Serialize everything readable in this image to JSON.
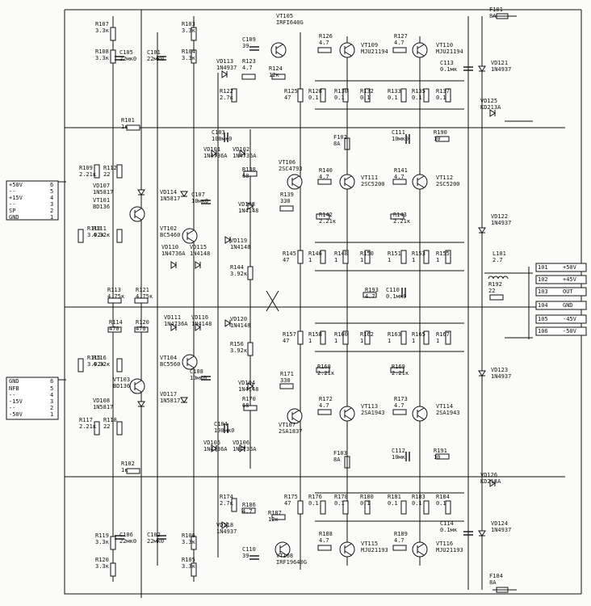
{
  "components": {
    "R107": {
      "ref": "R107",
      "value": "3.3к"
    },
    "R108": {
      "ref": "R108",
      "value": "3.3к"
    },
    "C105": {
      "ref": "C105",
      "value": "22мк0"
    },
    "C101": {
      "ref": "C101",
      "value": "22мк0"
    },
    "R103": {
      "ref": "R103",
      "value": "3.3к"
    },
    "R104": {
      "ref": "R104",
      "value": "3.3к"
    },
    "C109": {
      "ref": "C109",
      "value": "39"
    },
    "VT105": {
      "ref": "VT105",
      "value": "IRFI640G"
    },
    "VD113": {
      "ref": "VD113",
      "value": "1N4937"
    },
    "R123": {
      "ref": "R123",
      "value": "4.7"
    },
    "R124": {
      "ref": "R124",
      "value": "12к"
    },
    "R122": {
      "ref": "R122",
      "value": "2.7к"
    },
    "R126": {
      "ref": "R126",
      "value": "4.7"
    },
    "VT109": {
      "ref": "VT109",
      "value": "MJU21194"
    },
    "R127": {
      "ref": "R127",
      "value": "4.7"
    },
    "VT110": {
      "ref": "VT110",
      "value": "MJU21194"
    },
    "F101": {
      "ref": "F101",
      "value": "8A"
    },
    "C113": {
      "ref": "C113",
      "value": "0.1мк"
    },
    "VD121": {
      "ref": "VD121",
      "value": "1N4937"
    },
    "R125": {
      "ref": "R125",
      "value": "47"
    },
    "R128": {
      "ref": "R128",
      "value": "0.1"
    },
    "R130": {
      "ref": "R130",
      "value": "0.1"
    },
    "R132": {
      "ref": "R132",
      "value": "0.1"
    },
    "R133": {
      "ref": "R133",
      "value": "0.1"
    },
    "R135": {
      "ref": "R135",
      "value": "0.1"
    },
    "R137": {
      "ref": "R137",
      "value": "0.1"
    },
    "VD125": {
      "ref": "VD125",
      "value": "KD213A"
    },
    "R101": {
      "ref": "R101",
      "value": "1к"
    },
    "C103": {
      "ref": "C103",
      "value": "100мк0"
    },
    "C111": {
      "ref": "C111",
      "value": "10мк0"
    },
    "R190": {
      "ref": "R190",
      "value": "10"
    },
    "F102": {
      "ref": "F102",
      "value": "8A"
    },
    "R109": {
      "ref": "R109",
      "value": "2.21к"
    },
    "R112": {
      "ref": "R112",
      "value": "22"
    },
    "VD101": {
      "ref": "VD101",
      "value": "1N4736A"
    },
    "VD102": {
      "ref": "VD102",
      "value": "1N4736A"
    },
    "R138": {
      "ref": "R138",
      "value": "68"
    },
    "VT106": {
      "ref": "VT106",
      "value": "2SC4793"
    },
    "R140": {
      "ref": "R140",
      "value": "4.7"
    },
    "VT111": {
      "ref": "VT111",
      "value": "2SC5200"
    },
    "R141": {
      "ref": "R141",
      "value": "4.7"
    },
    "VT112": {
      "ref": "VT112",
      "value": "2SC5200"
    },
    "VD107": {
      "ref": "VD107",
      "value": "1N5817"
    },
    "VT101": {
      "ref": "VT101",
      "value": "BD136"
    },
    "VD114": {
      "ref": "VD114",
      "value": "1N5817"
    },
    "C107": {
      "ref": "C107",
      "value": "10мк0"
    },
    "VD103": {
      "ref": "VD103",
      "value": "1N4148"
    },
    "R139": {
      "ref": "R139",
      "value": "330"
    },
    "R142": {
      "ref": "R142",
      "value": "2.21к"
    },
    "R143": {
      "ref": "R143",
      "value": "2.21к"
    },
    "VD122": {
      "ref": "VD122",
      "value": "1N4937"
    },
    "R110": {
      "ref": "R110",
      "value": "3.92к"
    },
    "R111": {
      "ref": "R111",
      "value": "4.32к"
    },
    "VT102": {
      "ref": "VT102",
      "value": "BC5460"
    },
    "VD119": {
      "ref": "VD119",
      "value": "1N4148"
    },
    "VD110": {
      "ref": "VD110",
      "value": "1N4736A"
    },
    "VD115": {
      "ref": "VD115",
      "value": "1N4148"
    },
    "R145": {
      "ref": "R145",
      "value": "47"
    },
    "R146": {
      "ref": "R146",
      "value": "1"
    },
    "R148": {
      "ref": "R148",
      "value": "1"
    },
    "R150": {
      "ref": "R150",
      "value": "1"
    },
    "R151": {
      "ref": "R151",
      "value": "1"
    },
    "R153": {
      "ref": "R153",
      "value": "1"
    },
    "R155": {
      "ref": "R155",
      "value": "1"
    },
    "L101": {
      "ref": "L101",
      "value": "2.7"
    },
    "R144": {
      "ref": "R144",
      "value": "3.92к"
    },
    "R192": {
      "ref": "R192",
      "value": "22"
    },
    "R113": {
      "ref": "R113",
      "value": "4.75к"
    },
    "R121": {
      "ref": "R121",
      "value": "4.75к"
    },
    "R193": {
      "ref": "R193",
      "value": "4.7"
    },
    "C110": {
      "ref": "C110",
      "value": "0.1мк0"
    },
    "R114": {
      "ref": "R114",
      "value": "470"
    },
    "R120": {
      "ref": "R120",
      "value": "470"
    },
    "VD111": {
      "ref": "VD111",
      "value": "1N4736A"
    },
    "VD116": {
      "ref": "VD116",
      "value": "1N4148"
    },
    "VD120": {
      "ref": "VD120",
      "value": "1N4148"
    },
    "R157": {
      "ref": "R157",
      "value": "47"
    },
    "R158": {
      "ref": "R158",
      "value": "1"
    },
    "R160": {
      "ref": "R160",
      "value": "1"
    },
    "R162": {
      "ref": "R162",
      "value": "1"
    },
    "R163": {
      "ref": "R163",
      "value": "1"
    },
    "R165": {
      "ref": "R165",
      "value": "1"
    },
    "R167": {
      "ref": "R167",
      "value": "1"
    },
    "R115": {
      "ref": "R115",
      "value": "3.92к"
    },
    "R116": {
      "ref": "R116",
      "value": "4.32к"
    },
    "VT104": {
      "ref": "VT104",
      "value": "BC5560"
    },
    "R156": {
      "ref": "R156",
      "value": "3.92к"
    },
    "R168": {
      "ref": "R168",
      "value": "2.21к"
    },
    "R169": {
      "ref": "R169",
      "value": "2.21к"
    },
    "VD123": {
      "ref": "VD123",
      "value": "1N4937"
    },
    "VT103": {
      "ref": "VT103",
      "value": "BD136"
    },
    "C108": {
      "ref": "C108",
      "value": "10мк0"
    },
    "VD104": {
      "ref": "VD104",
      "value": "1N4148"
    },
    "R171": {
      "ref": "R171",
      "value": "330"
    },
    "VD108": {
      "ref": "VD108",
      "value": "1N5817"
    },
    "VD117": {
      "ref": "VD117",
      "value": "1N5817"
    },
    "R170": {
      "ref": "R170",
      "value": "68"
    },
    "R172": {
      "ref": "R172",
      "value": "4.7"
    },
    "R173": {
      "ref": "R173",
      "value": "4.7"
    },
    "VT113": {
      "ref": "VT113",
      "value": "2SA1943"
    },
    "VT114": {
      "ref": "VT114",
      "value": "2SA1943"
    },
    "R117": {
      "ref": "R117",
      "value": "2.21к"
    },
    "R118": {
      "ref": "R118",
      "value": "22"
    },
    "VT107": {
      "ref": "VT107",
      "value": "2SA1837"
    },
    "C104": {
      "ref": "C104",
      "value": "100мк0"
    },
    "VD105": {
      "ref": "VD105",
      "value": "1N4736A"
    },
    "VD106": {
      "ref": "VD106",
      "value": "1N4736A"
    },
    "F103": {
      "ref": "F103",
      "value": "8A"
    },
    "C112": {
      "ref": "C112",
      "value": "10мк"
    },
    "R191": {
      "ref": "R191",
      "value": "10"
    },
    "R102": {
      "ref": "R102",
      "value": "1к"
    },
    "VD126": {
      "ref": "VD126",
      "value": "KD213A"
    },
    "R174": {
      "ref": "R174",
      "value": "2.7к"
    },
    "R186": {
      "ref": "R186",
      "value": "4.7"
    },
    "R175": {
      "ref": "R175",
      "value": "47"
    },
    "R176": {
      "ref": "R176",
      "value": "0.1"
    },
    "R178": {
      "ref": "R178",
      "value": "0.1"
    },
    "R180": {
      "ref": "R180",
      "value": "0.1"
    },
    "R181": {
      "ref": "R181",
      "value": "0.1"
    },
    "R183": {
      "ref": "R183",
      "value": "0.1"
    },
    "R184": {
      "ref": "R184",
      "value": "0.1"
    },
    "R187": {
      "ref": "R187",
      "value": "12к"
    },
    "VD118": {
      "ref": "VD118",
      "value": "1N4937"
    },
    "C114": {
      "ref": "C114",
      "value": "0.1мк"
    },
    "VD124": {
      "ref": "VD124",
      "value": "1N4937"
    },
    "R119": {
      "ref": "R119",
      "value": "3.3к"
    },
    "C106": {
      "ref": "C106",
      "value": "22мк0"
    },
    "C102": {
      "ref": "C102",
      "value": "22мк0"
    },
    "R106": {
      "ref": "R106",
      "value": "3.3к"
    },
    "C110b": {
      "ref": "C110",
      "value": "39"
    },
    "R188": {
      "ref": "R188",
      "value": "4.7"
    },
    "VT115": {
      "ref": "VT115",
      "value": "MJU21193"
    },
    "R189": {
      "ref": "R189",
      "value": "4.7"
    },
    "VT116": {
      "ref": "VT116",
      "value": "MJU21193"
    },
    "R120b": {
      "ref": "R120",
      "value": "3.3к"
    },
    "R105": {
      "ref": "R105",
      "value": "3.3к"
    },
    "VT108": {
      "ref": "VT108",
      "value": "IRF19640G"
    },
    "F104": {
      "ref": "F104",
      "value": "8A"
    }
  },
  "connector_left_top": {
    "pins": [
      {
        "label": "+50V",
        "num": "6"
      },
      {
        "label": "--",
        "num": "5"
      },
      {
        "label": "+15V",
        "num": "4"
      },
      {
        "label": "--",
        "num": "3"
      },
      {
        "label": "SP",
        "num": "2"
      },
      {
        "label": "GND",
        "num": "1"
      }
    ]
  },
  "connector_left_bottom": {
    "pins": [
      {
        "label": "GND",
        "num": "6"
      },
      {
        "label": "NFB",
        "num": "5"
      },
      {
        "label": "--",
        "num": "4"
      },
      {
        "label": "-15V",
        "num": "3"
      },
      {
        "label": "--",
        "num": "2"
      },
      {
        "label": "-50V",
        "num": "1"
      }
    ]
  },
  "connector_right": {
    "pins": [
      {
        "num": "101",
        "label": "+50V"
      },
      {
        "num": "102",
        "label": "+45V"
      },
      {
        "num": "103",
        "label": "OUT"
      },
      {
        "num": "104",
        "label": "GND"
      },
      {
        "num": "105",
        "label": "-45V"
      },
      {
        "num": "106",
        "label": "-50V"
      }
    ]
  }
}
